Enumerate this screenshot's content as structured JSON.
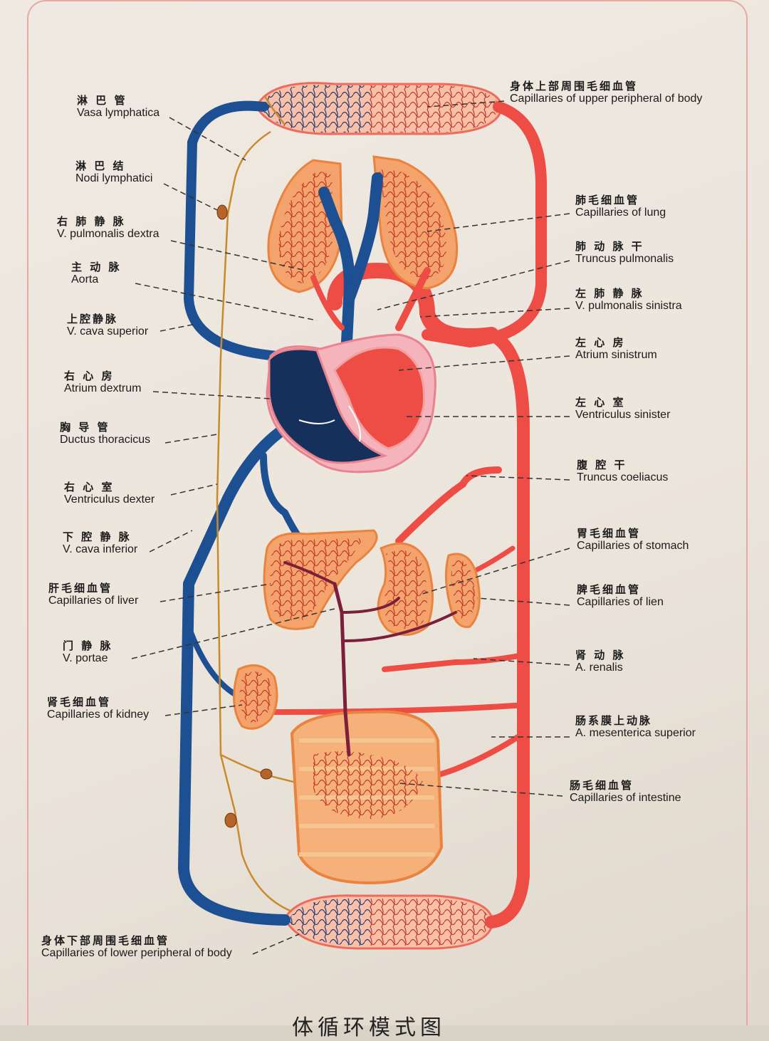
{
  "labels": {
    "left": [
      {
        "zh": "淋 巴 管",
        "en": "Vasa lymphatica"
      },
      {
        "zh": "淋 巴 结",
        "en": "Nodi lymphatici"
      },
      {
        "zh": "右 肺 静 脉",
        "en": "V. pulmonalis dextra"
      },
      {
        "zh": "主 动 脉",
        "en": "Aorta"
      },
      {
        "zh": "上腔静脉",
        "en": "V. cava superior"
      },
      {
        "zh": "右 心 房",
        "en": "Atrium dextrum"
      },
      {
        "zh": "胸 导 管",
        "en": "Ductus thoracicus"
      },
      {
        "zh": "右 心 室",
        "en": "Ventriculus dexter"
      },
      {
        "zh": "下 腔 静 脉",
        "en": "V. cava inferior"
      },
      {
        "zh": "肝毛细血管",
        "en": "Capillaries of liver"
      },
      {
        "zh": "门 静 脉",
        "en": "V. portae"
      },
      {
        "zh": "肾毛细血管",
        "en": "Capillaries of kidney"
      },
      {
        "zh": "身体下部周围毛细血管",
        "en": "Capillaries of lower peripheral of body"
      }
    ],
    "right": [
      {
        "zh": "身体上部周围毛细血管",
        "en": "Capillaries of upper peripheral of body"
      },
      {
        "zh": "肺毛细血管",
        "en": "Capillaries of lung"
      },
      {
        "zh": "肺 动 脉 干",
        "en": "Truncus pulmonalis"
      },
      {
        "zh": "左 肺 静 脉",
        "en": "V. pulmonalis sinistra"
      },
      {
        "zh": "左 心 房",
        "en": "Atrium sinistrum"
      },
      {
        "zh": "左 心 室",
        "en": "Ventriculus sinister"
      },
      {
        "zh": "腹 腔 干",
        "en": "Truncus coeliacus"
      },
      {
        "zh": "胃毛细血管",
        "en": "Capillaries of stomach"
      },
      {
        "zh": "脾毛细血管",
        "en": "Capillaries of lien"
      },
      {
        "zh": "肾 动 脉",
        "en": "A. renalis"
      },
      {
        "zh": "肠系膜上动脉",
        "en": "A. mesenterica superior"
      },
      {
        "zh": "肠毛细血管",
        "en": "Capillaries of intestine"
      }
    ]
  },
  "caption": "体循环模式图",
  "colors": {
    "artery": "#ee4d45",
    "vein": "#1d4f93",
    "lymph": "#c98a2e",
    "organ": "#f6b07a",
    "heart_dark": "#16305c",
    "leader": "#333333"
  }
}
